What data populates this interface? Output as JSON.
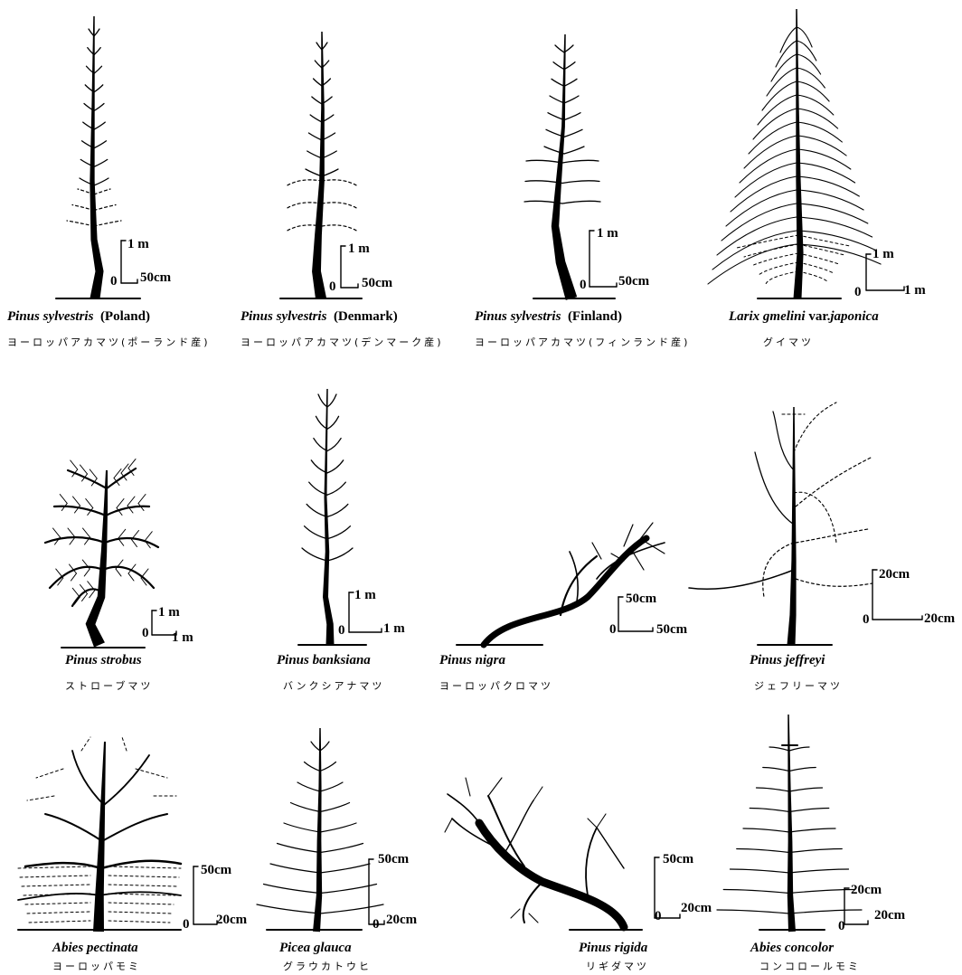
{
  "specimens": [
    {
      "id": "p1",
      "name": "Pinus sylvestris",
      "name_suffix": "(Poland)",
      "jp": "ヨーロッパアカマツ(ポーランド産)",
      "scale_v": "1 m",
      "scale_h": "50cm",
      "origin": "0"
    },
    {
      "id": "p2",
      "name": "Pinus sylvestris",
      "name_suffix": "(Denmark)",
      "jp": "ヨーロッパアカマツ(デンマーク産)",
      "scale_v": "1 m",
      "scale_h": "50cm",
      "origin": "0"
    },
    {
      "id": "p3",
      "name": "Pinus sylvestris",
      "name_suffix": "(Finland)",
      "jp": "ヨーロッパアカマツ(フィンランド産)",
      "scale_v": "1 m",
      "scale_h": "50cm",
      "origin": "0"
    },
    {
      "id": "p4",
      "name": "Larix gmelini",
      "name_mid": "var.",
      "name_tail": "japonica",
      "jp": "グイマツ",
      "scale_v": "1 m",
      "scale_h": "1 m",
      "origin": "0"
    },
    {
      "id": "p5",
      "name": "Pinus strobus",
      "jp": "ストローブマツ",
      "scale_v": "1 m",
      "scale_h": "1 m",
      "origin": "0"
    },
    {
      "id": "p6",
      "name": "Pinus banksiana",
      "jp": "バンクシアナマツ",
      "scale_v": "1 m",
      "scale_h": "1 m",
      "origin": "0"
    },
    {
      "id": "p7",
      "name": "Pinus nigra",
      "jp": "ヨーロッパクロマツ",
      "scale_v": "50cm",
      "scale_h": "50cm",
      "origin": "0"
    },
    {
      "id": "p8",
      "name": "Pinus jeffreyi",
      "jp": "ジェフリーマツ",
      "scale_v": "20cm",
      "scale_h": "20cm",
      "origin": "0"
    },
    {
      "id": "p9",
      "name": "Abies pectinata",
      "jp": "ヨーロッパモミ",
      "scale_v": "50cm",
      "scale_h": "20cm",
      "origin": "0"
    },
    {
      "id": "p10",
      "name": "Picea glauca",
      "jp": "グラウカトウヒ",
      "scale_v": "50cm",
      "scale_h": "20cm",
      "origin": "0"
    },
    {
      "id": "p11",
      "name": "Pinus rigida",
      "jp": "リギダマツ",
      "scale_v": "50cm",
      "scale_h": "20cm",
      "origin": "0"
    },
    {
      "id": "p12",
      "name": "Abies concolor",
      "jp": "コンコロールモミ",
      "scale_v": "20cm",
      "scale_h": "20cm",
      "origin": "0"
    }
  ]
}
